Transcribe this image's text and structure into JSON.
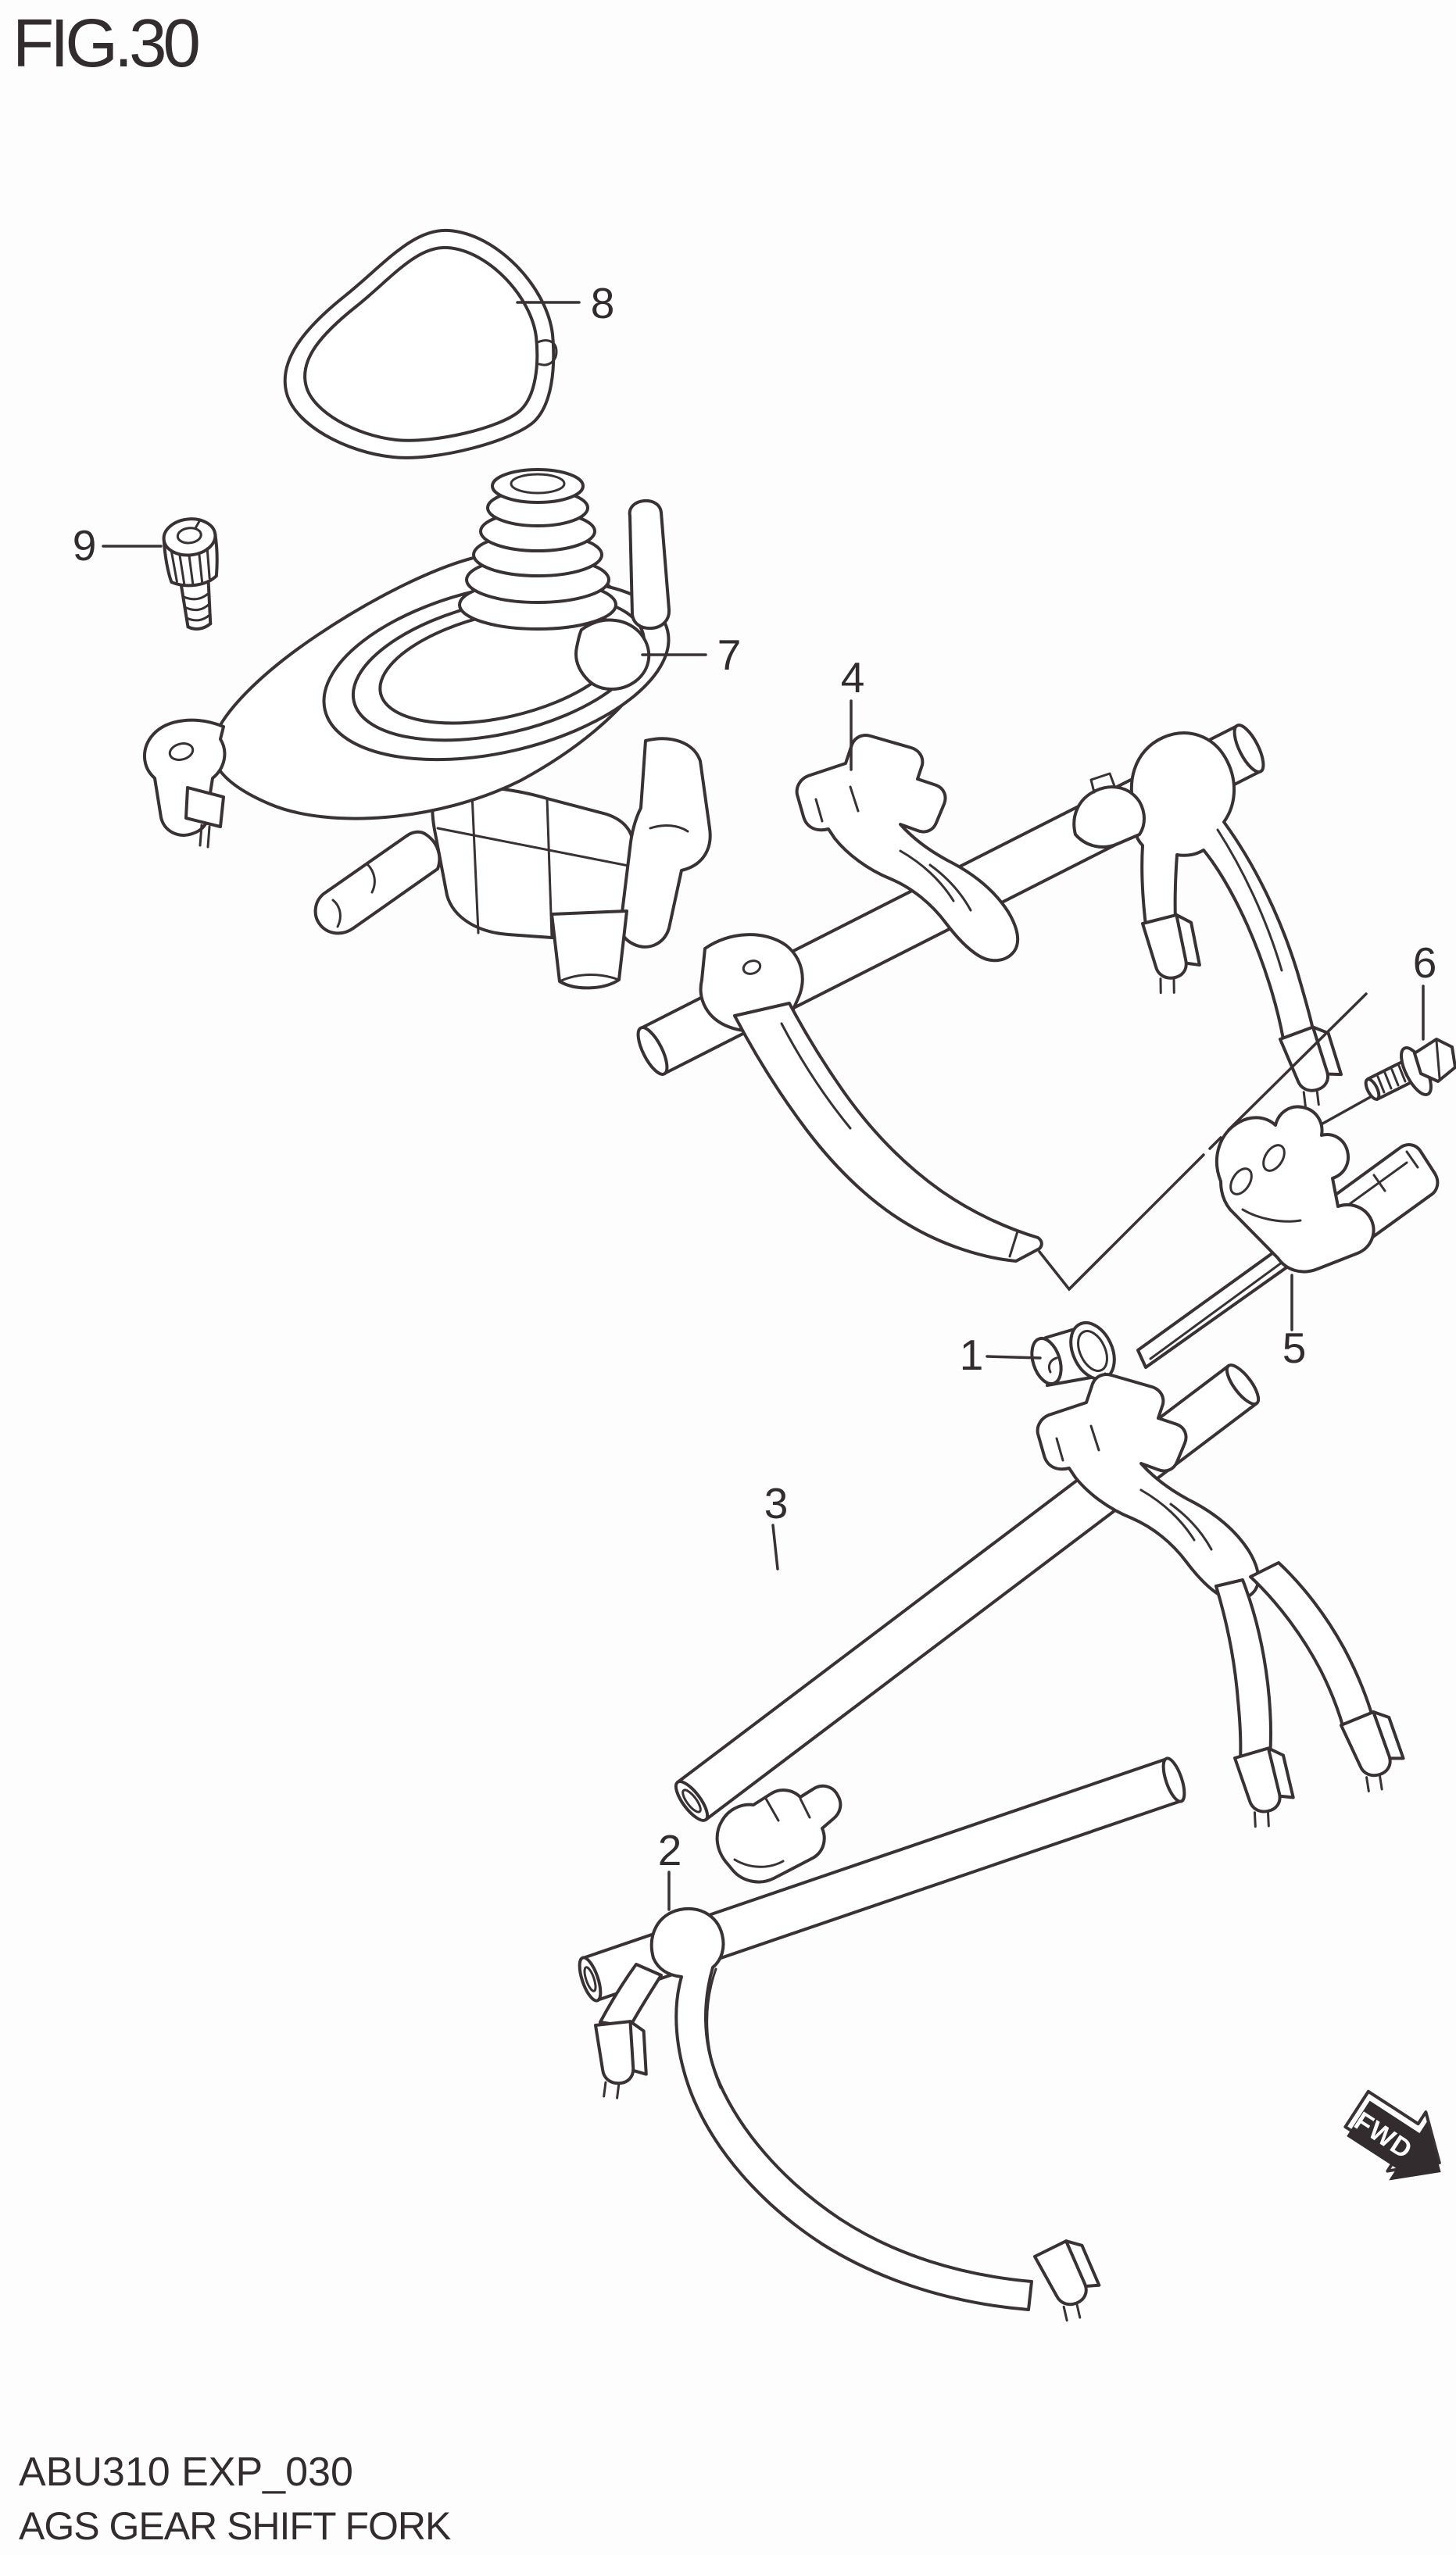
{
  "figure": {
    "title": "FIG.30"
  },
  "footer": {
    "code": "ABU310 EXP_030",
    "caption": "AGS GEAR SHIFT FORK"
  },
  "badge": {
    "label": "FWD"
  },
  "callouts": [
    "1",
    "2",
    "3",
    "4",
    "5",
    "6",
    "7",
    "8",
    "9"
  ],
  "colors": {
    "line": "#3a3134",
    "text": "#332c2e",
    "background": "#fdfdfd",
    "badge_fill": "#332c2e",
    "badge_text": "#ffffff"
  }
}
